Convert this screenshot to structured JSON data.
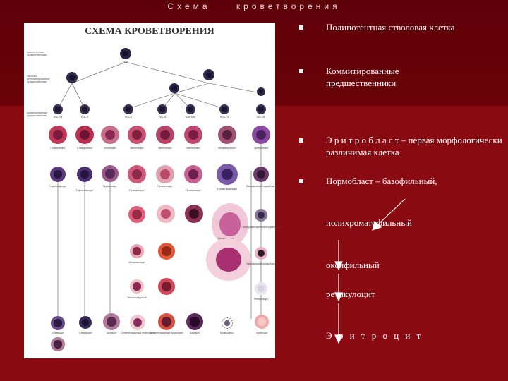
{
  "header": {
    "word1": "Схема",
    "word2": "кроветворения"
  },
  "diagram": {
    "title": "СХЕМА КРОВЕТВОРЕНИЯ",
    "root_label": "ПСК",
    "side_labels": [
      "полипотентные предшественники",
      "частично детерминированные предшественники",
      "коммитированные предшественники"
    ],
    "cfu_labels": [
      "КОЕ-ГМ",
      "КОЕ-Л",
      "КОЕ-Б",
      "КОЕ-Э",
      "КОЕ-Мег",
      "КОЕ-Гн",
      "КОЕ-Эо",
      "КОЕ-Б"
    ],
    "row1_labels": [
      "Плазмобласт",
      "Т-лимфобласт",
      "Монобласт",
      "Миелобласт",
      "Миелобласт",
      "Миелобласт",
      "Мегакариобласт",
      "Эритробласт"
    ],
    "row2_labels": [
      "Т-пролимфоцит",
      "Т-пролимфоцит",
      "Промоноцит",
      "Промиелоцит",
      "Промиелоцит",
      "Промиелоцит",
      "Промегакариоцит",
      "Базофильный нормобласт"
    ],
    "bottom_labels": [
      "Плазмоцит",
      "Т-лимфоцит",
      "Моноцит",
      "Сегментоядерный нейтрофил",
      "Сегментоядерный эозинофил",
      "Базофил",
      "Тромбоциты",
      "Эритроцит"
    ],
    "extra_labels": [
      "Мегакариоцит",
      "Полихроматофильный нормобласт",
      "Оксифильный нормобласт",
      "Ретикулоцит",
      "Метамиелоцит",
      "Палочкоядерный"
    ]
  },
  "bullets": [
    "Полипотентная стволовая клетка",
    "Коммитированные предшественники",
    "Э р и т р о б л а с т – первая морфологически различимая клетка",
    "Нормобласт – базофильный,"
  ],
  "sequence": [
    "полихроматофильный",
    "оксифильный",
    "ретикулоцит",
    "Э р и т р о ц и т"
  ],
  "colors": {
    "background": "#8a0a12",
    "band": "#5e0008",
    "text": "#ffffff",
    "bullet": "#f2f2f2"
  }
}
